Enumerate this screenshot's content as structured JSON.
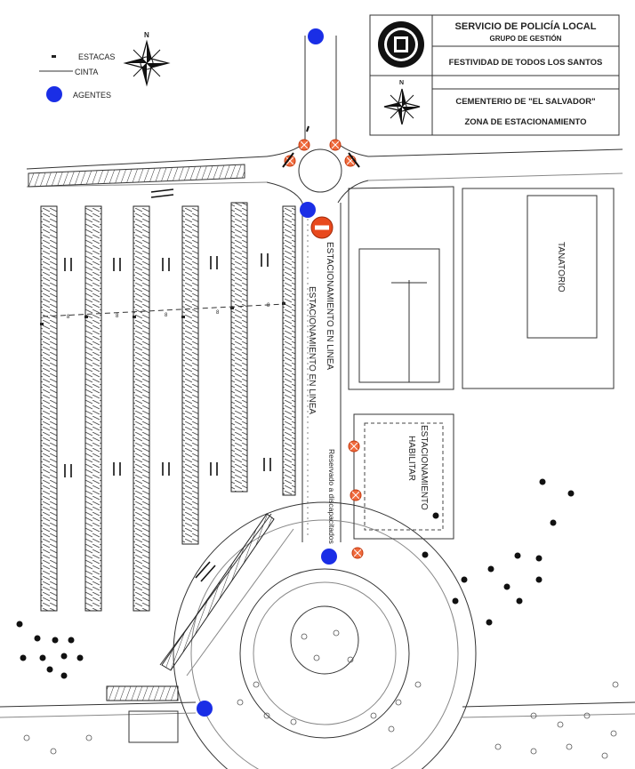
{
  "header": {
    "org_title": "SERVICIO DE POLICÍA LOCAL",
    "org_subtitle": "GRUPO DE GESTIÓN",
    "event": "FESTIVIDAD DE TODOS LOS SANTOS",
    "place": "CEMENTERIO DE \"EL SALVADOR\"",
    "zone": "ZONA DE ESTACIONAMIENTO",
    "north_letter": "N"
  },
  "legend": {
    "stakes": "ESTACAS",
    "tape": "CINTA",
    "agents": "AGENTES",
    "north_letter": "N"
  },
  "labels": {
    "tanatorio": "TANATORIO",
    "parking_line_1": "ESTACIONAMIENTO  EN  LINEA",
    "parking_line_2": "ESTACIONAMIENTO  EN  LINEA",
    "enable_parking_1": "HABILITAR",
    "enable_parking_2": "ESTACIONAMIENTO",
    "reserved": "Reservado  a  discapacitados",
    "spacing": "8"
  },
  "colors": {
    "agent": "#1a2ee6",
    "no_entry": "#e8491d",
    "no_parking": "#f06a3c",
    "vegetation": "#111111"
  },
  "icons": {
    "agent": "agent-dot-icon",
    "no_entry": "no-entry-sign-icon",
    "no_parking": "no-parking-sign-icon",
    "compass": "compass-rose-icon",
    "emblem": "police-emblem-icon"
  }
}
